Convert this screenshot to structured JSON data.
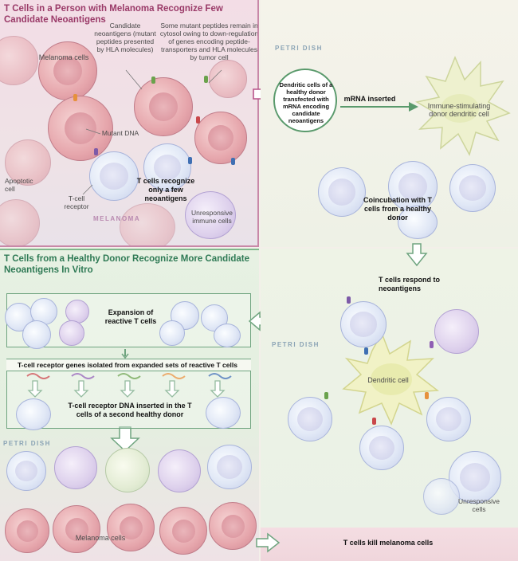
{
  "panel1": {
    "title": "T Cells in a Person with Melanoma Recognize Few Candidate Neoantigens",
    "melanoma_cells": "Melanoma cells",
    "candidate_neoantigens": "Candidate neoantigens (mutant peptides presented by HLA molecules)",
    "mutant_peptides_note": "Some mutant peptides remain in cytosol owing to down-regulation of genes encoding peptide-transporters and HLA molecules by tumor cell",
    "mutant_dna": "Mutant DNA",
    "apoptotic_cell": "Apoptotic cell",
    "t_cell_receptor": "T-cell receptor",
    "t_cells_recognize": "T cells recognize only a few neoantigens",
    "melanoma_tag": "MELANOMA",
    "unresponsive": "Unresponsive immune cells"
  },
  "panel2": {
    "petri": "PETRI DISH",
    "dendritic_note": "Dendritic cells of a healthy donor transfected with mRNA encoding candidate neoantigens",
    "mrna_inserted": "mRNA inserted",
    "immune_stimulating": "Immune-stimulating donor dendritic cell",
    "coincubation": "Coincubation with T cells from a healthy donor"
  },
  "panel3": {
    "title": "T Cells from a Healthy Donor Recognize More Candidate Neoantigens In Vitro",
    "expansion": "Expansion of reactive T cells",
    "receptor_genes": "T-cell receptor genes isolated from expanded sets of reactive T cells",
    "dna_inserted": "T-cell receptor DNA inserted in the T cells of a second healthy donor",
    "petri": "PETRI DISH",
    "melanoma_cells": "Melanoma cells"
  },
  "panel4": {
    "t_cells_respond": "T cells respond to neoantigens",
    "petri": "PETRI DISH",
    "dendritic_cell": "Dendritic cell",
    "unresponsive": "Unresponsive cells"
  },
  "panel5": {
    "kill": "T cells kill melanoma cells"
  },
  "colors": {
    "magenta_accent": "#9a3a68",
    "green_accent": "#2f7a55",
    "arrow_green": "#6fa47f"
  }
}
